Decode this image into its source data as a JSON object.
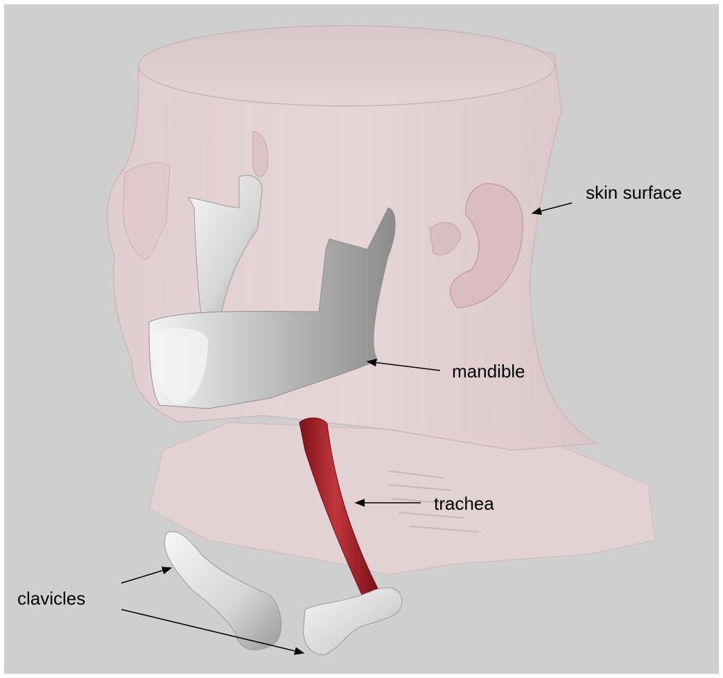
{
  "labels": {
    "skin_surface": "skin surface",
    "mandible": "mandible",
    "trachea": "trachea",
    "clavicles": "clavicles"
  },
  "colors": {
    "background": "#cfcfcf",
    "skin": "#e8cfd2",
    "bone": "#e9e9e9",
    "trachea": "#a8222a",
    "arrow": "#000000"
  }
}
